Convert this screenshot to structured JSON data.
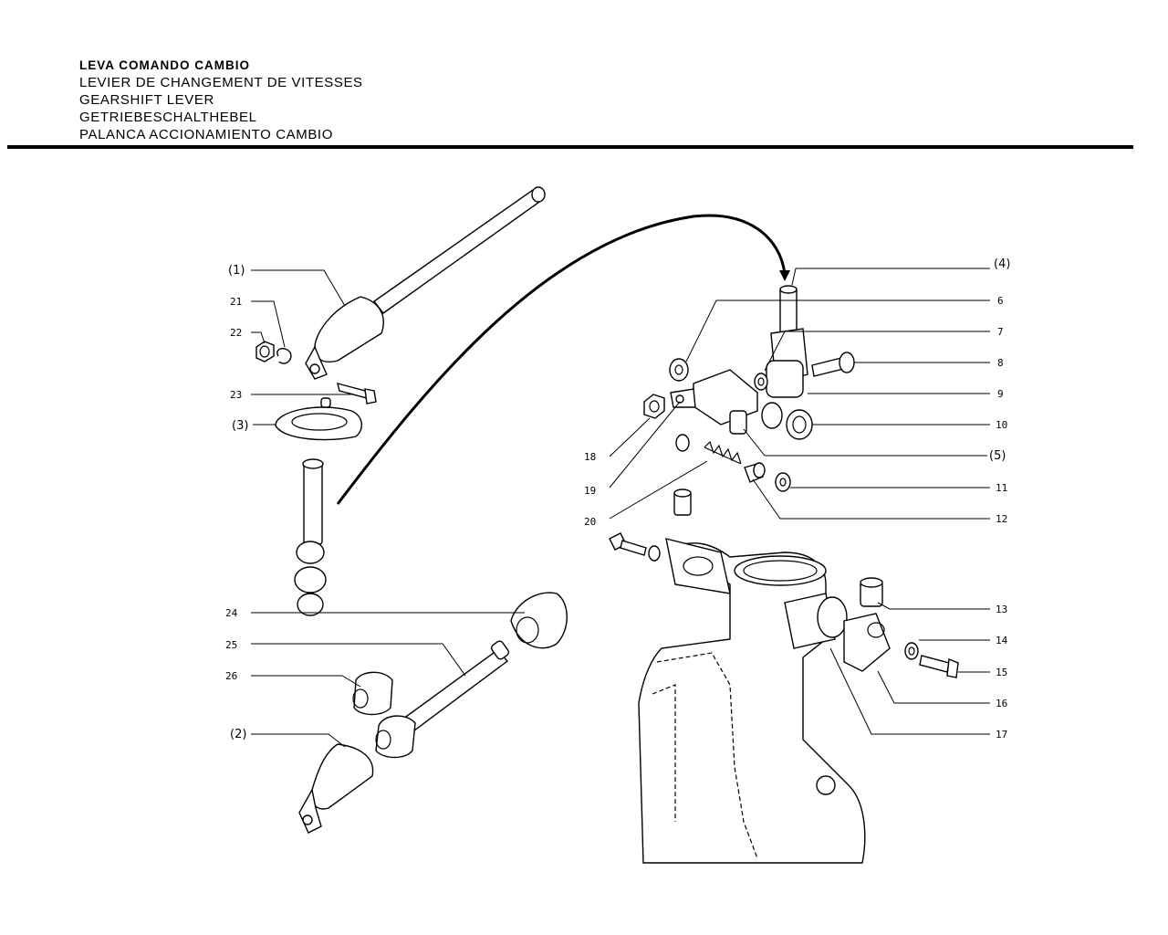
{
  "titles": {
    "it": "LEVA COMANDO CAMBIO",
    "fr": "LEVIER DE CHANGEMENT DE VITESSES",
    "en": "GEARSHIFT LEVER",
    "de": "GETRIEBESCHALTHEBEL",
    "es": "PALANCA ACCIONAMIENTO CAMBIO"
  },
  "labels": {
    "p1": "(1)",
    "p2": "(2)",
    "p3": "(3)",
    "p4": "(4)",
    "p5": "(5)",
    "n6": "6",
    "n7": "7",
    "n8": "8",
    "n9": "9",
    "n10": "10",
    "n11": "11",
    "n12": "12",
    "n13": "13",
    "n14": "14",
    "n15": "15",
    "n16": "16",
    "n17": "17",
    "n18": "18",
    "n19": "19",
    "n20": "20",
    "n21": "21",
    "n22": "22",
    "n23": "23",
    "n24": "24",
    "n25": "25",
    "n26": "26"
  }
}
